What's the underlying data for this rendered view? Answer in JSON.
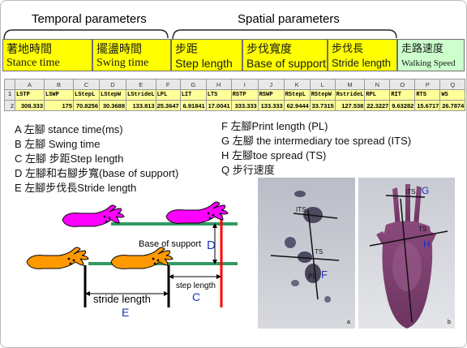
{
  "groups": {
    "temporal": "Temporal parameters",
    "spatial": "Spatial parameters"
  },
  "params": [
    {
      "l1": "著地時間",
      "l2": "Stance time",
      "color": "#ffff00"
    },
    {
      "l1": "擺盪時間",
      "l2": "Swing time",
      "color": "#ffff00"
    },
    {
      "l1": "步距",
      "l2": "Step length",
      "color": "#ffff00"
    },
    {
      "l1": "步伐寬度",
      "l2": "Base of support",
      "color": "#ffff00"
    },
    {
      "l1": "步伐長",
      "l2": "Stride length",
      "color": "#ffff00"
    },
    {
      "l1": "走路速度",
      "l2": "Walking Speed",
      "color": "#ccffcc"
    }
  ],
  "sheet": {
    "row_numbers": [
      "1",
      "2"
    ],
    "columns": [
      "A",
      "B",
      "C",
      "D",
      "E",
      "F",
      "G",
      "H",
      "I",
      "J",
      "K",
      "L",
      "M",
      "N",
      "O",
      "P",
      "Q"
    ],
    "headers": [
      "LSTP",
      "LSWP",
      "LStepL",
      "LStepW",
      "LStrideL",
      "LPL",
      "LIT",
      "LTS",
      "RSTP",
      "RSWP",
      "RStepL",
      "RStepW",
      "RstrideL",
      "RPL",
      "RIT",
      "RTS",
      "WS"
    ],
    "values": [
      "308.333",
      "175",
      "70.8256",
      "30.3688",
      "133.813",
      "25.3647",
      "6.91841",
      "17.0041",
      "333.333",
      "133.333",
      "62.9444",
      "33.7315",
      "127.538",
      "22.3227",
      "9.63282",
      "15.6717",
      "26.7874"
    ]
  },
  "legend_left": [
    "A 左腳 stance time(ms)",
    "B 左腳 Swing time",
    "C 左腳 步距Step length",
    "D 左腳和右腳步寬(base of support)",
    "E 左腳步伐長Stride length"
  ],
  "legend_right": [
    "F  左腳Print length (PL)",
    "G  左腳 the intermediary toe spread (ITS)",
    "H  左腳toe spread (TS)",
    "Q    步行速度"
  ],
  "diagram": {
    "base_of_support": "Base of support",
    "d_letter": "D",
    "step_length": "step length",
    "c_letter": "C",
    "stride_length": "stride length",
    "e_letter": "E"
  },
  "photos": {
    "its": "ITS",
    "ts": "TS",
    "pl": "PL",
    "f_letter": "F",
    "g_letter": "G",
    "h_letter": "H",
    "label_a": "a",
    "label_b": "b"
  },
  "colors": {
    "yellow": "#ffff00",
    "green_cell": "#ccffcc",
    "magenta_paw": "#ff00ff",
    "orange_paw": "#ff9900",
    "green_line": "#339966",
    "red_line": "#ff0000",
    "blue_text": "#1f2fbf"
  }
}
